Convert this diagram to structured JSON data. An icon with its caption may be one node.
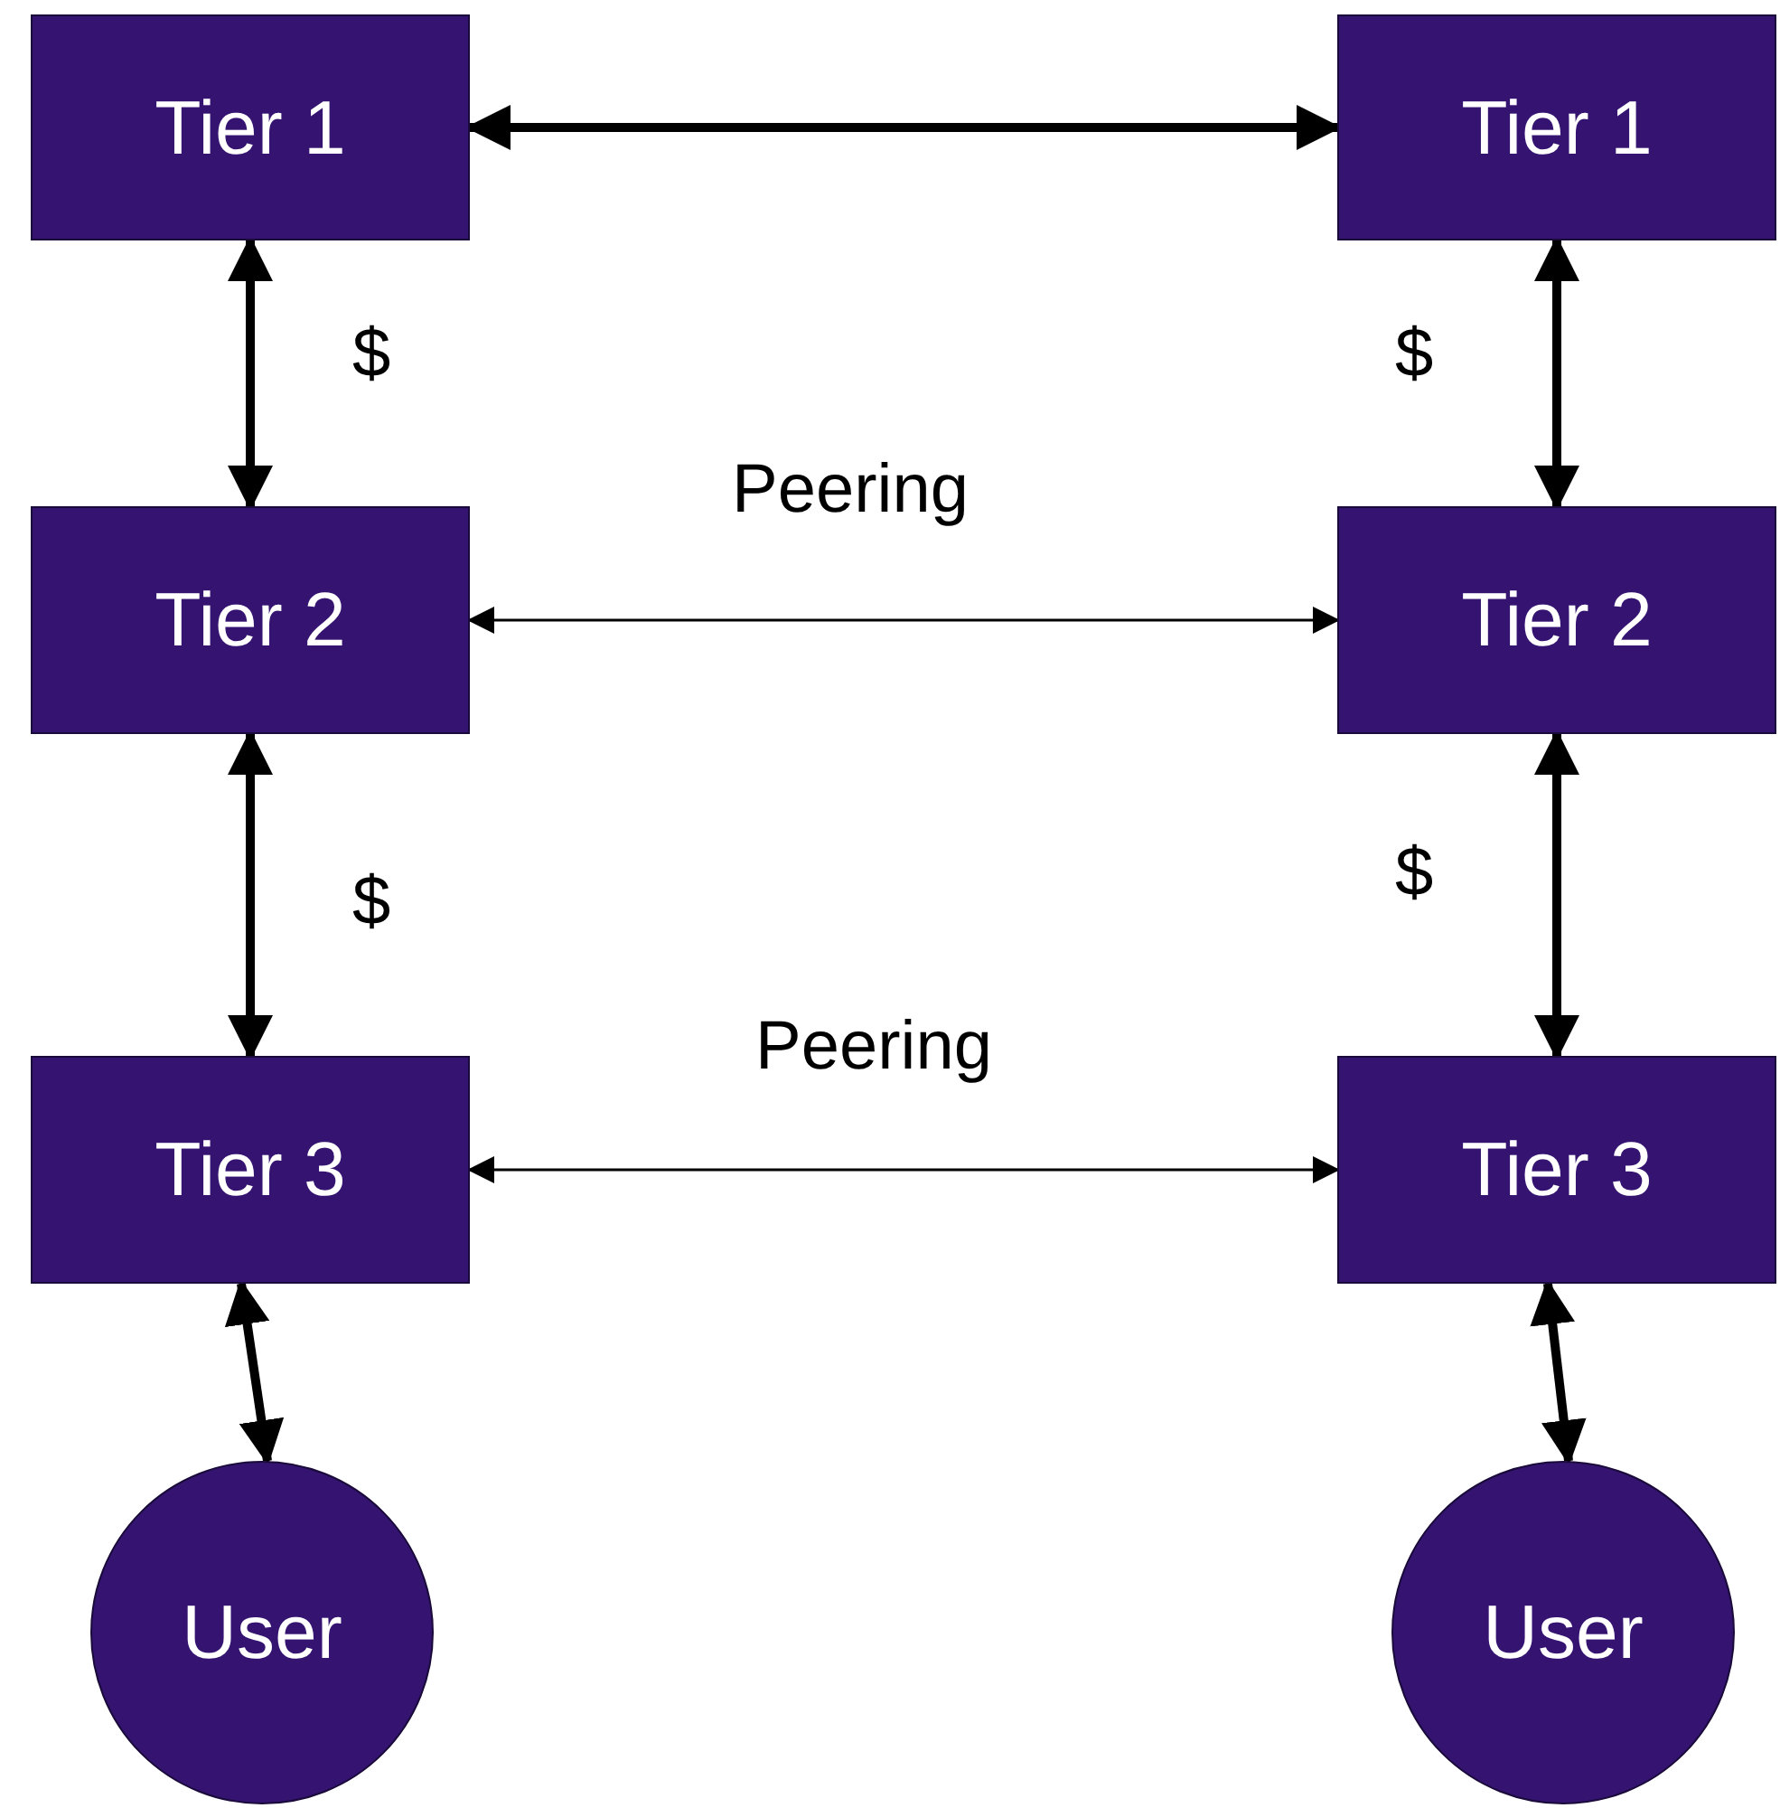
{
  "diagram": {
    "nodes": [
      {
        "text": [
          "Tier 1"
        ]
      },
      {
        "text": [
          "Tier 1"
        ]
      },
      {
        "text": [
          "Tier 2"
        ]
      },
      {
        "text": [
          "Tier 2"
        ]
      },
      {
        "text": [
          "Tier 3"
        ]
      },
      {
        "text": [
          "Tier 3"
        ]
      },
      {
        "text": [
          "User"
        ]
      },
      {
        "text": [
          "User"
        ]
      }
    ],
    "edges": [
      {
        "from": 0,
        "to": 1,
        "arrow": "both"
      },
      {
        "from": 0,
        "to": 2,
        "arrow": "both",
        "label": "$"
      },
      {
        "from": 1,
        "to": 3,
        "arrow": "both",
        "label": "$"
      },
      {
        "from": 2,
        "to": 3,
        "arrow": "both",
        "label": "Peering"
      },
      {
        "from": 2,
        "to": 4,
        "arrow": "both",
        "label": "$"
      },
      {
        "from": 3,
        "to": 5,
        "arrow": "both",
        "label": "$"
      },
      {
        "from": 4,
        "to": 5,
        "arrow": "both",
        "label": "Peering"
      },
      {
        "from": 4,
        "to": 6,
        "arrow": "both"
      },
      {
        "from": 5,
        "to": 7,
        "arrow": "both"
      }
    ]
  }
}
